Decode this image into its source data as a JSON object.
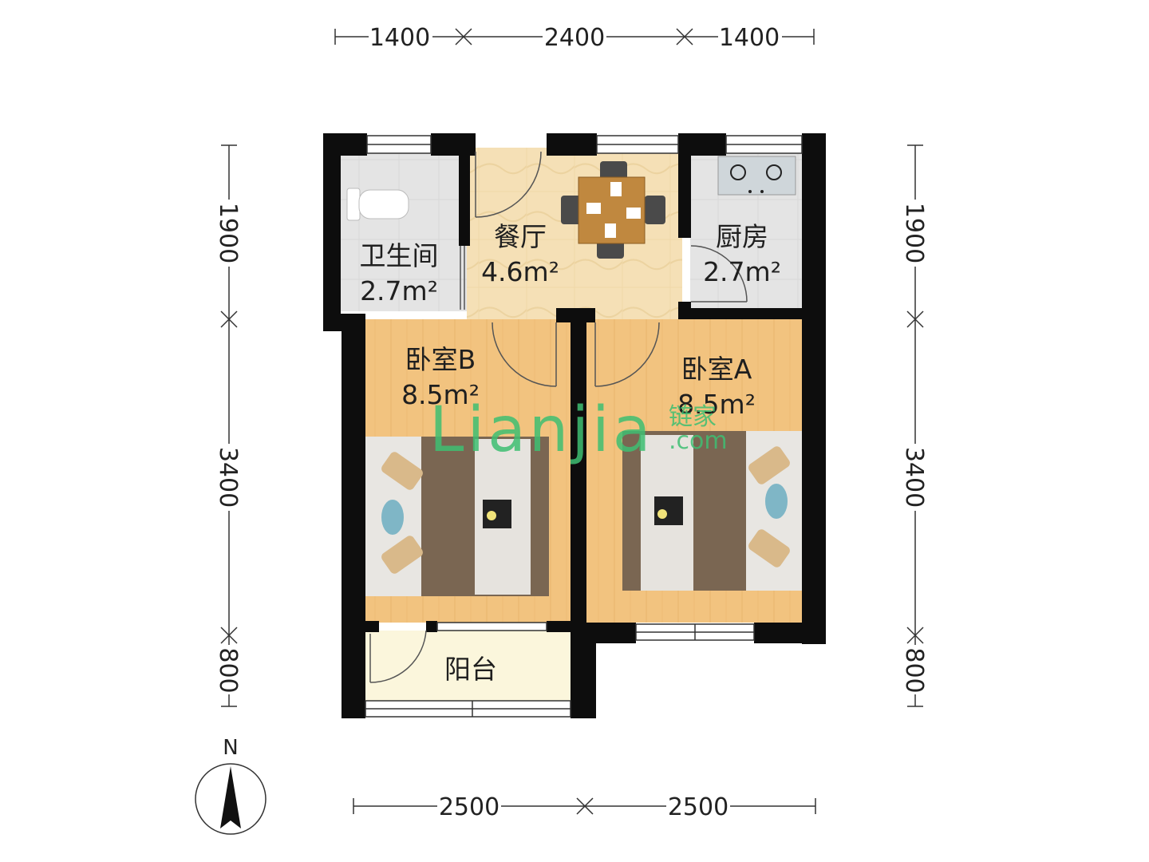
{
  "dimensions": {
    "top": [
      "1400",
      "2400",
      "1400"
    ],
    "bottom": [
      "2500",
      "2500"
    ],
    "left": [
      "1900",
      "3400",
      "800"
    ],
    "right": [
      "1900",
      "3400",
      "800"
    ]
  },
  "rooms": {
    "bathroom": {
      "name": "卫生间",
      "area": "2.7m²"
    },
    "dining": {
      "name": "餐厅",
      "area": "4.6m²"
    },
    "kitchen": {
      "name": "厨房",
      "area": "2.7m²"
    },
    "bedroom_b": {
      "name": "卧室B",
      "area": "8.5m²"
    },
    "bedroom_a": {
      "name": "卧室A",
      "area": "8.5m²"
    },
    "balcony": {
      "name": "阳台"
    }
  },
  "watermark": {
    "text": "Lianjia",
    "sub": ".com",
    "cn": "链家"
  },
  "compass": {
    "label": "N"
  },
  "colors": {
    "wall": "#0d0d0d",
    "wood_floor": "#f2c37f",
    "tile_floor": "#f4dfb6",
    "gray_tile": "#e3e3e3",
    "balcony_floor": "#fbf6dc",
    "watermark": "#3fbf72"
  }
}
